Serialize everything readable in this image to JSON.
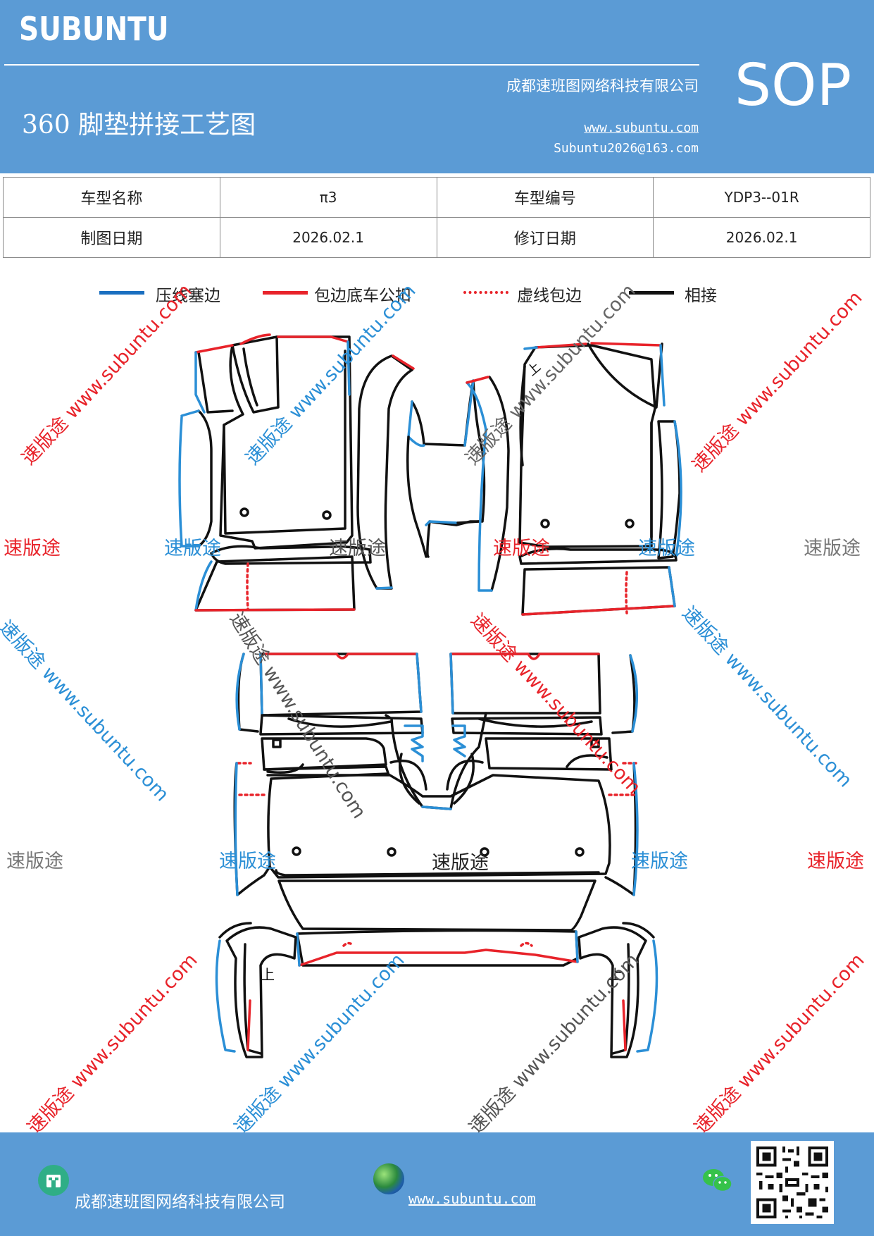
{
  "header": {
    "brand": "SUBUNTU",
    "title": "360 脚垫拼接工艺图",
    "company": "成都速班图网络科技有限公司",
    "url": "www.subuntu.com",
    "email": "Subuntu2026@163.com",
    "badge": "SOP"
  },
  "info": {
    "row1": {
      "label1": "车型名称",
      "value1": "π3",
      "label2": "车型编号",
      "value2": "YDP3--01R"
    },
    "row2": {
      "label1": "制图日期",
      "value1": "2026.02.1",
      "label2": "修订日期",
      "value2": "2026.02.1"
    }
  },
  "legend": [
    {
      "label": "压线塞边",
      "color": "#1a6fc0",
      "style": "solid"
    },
    {
      "label": "包边底车公扣",
      "color": "#e8232a",
      "style": "solid"
    },
    {
      "label": "虚线包边",
      "color": "#e8232a",
      "style": "dotted"
    },
    {
      "label": "相接",
      "color": "#111111",
      "style": "solid"
    }
  ],
  "diagram": {
    "mark_up": "上",
    "watermark_brand": "速版途",
    "watermark_url": "www.subuntu.com",
    "watermark_full": "速版途 www.subuntu.com",
    "colors": {
      "blue": "#2b8fd6",
      "red": "#e8232a",
      "black": "#111111",
      "gray": "#777777"
    }
  },
  "footer": {
    "company": "成都速班图网络科技有限公司",
    "url": "www.subuntu.com",
    "icons": [
      "home-icon",
      "globe-icon",
      "wechat-icon",
      "qr-code"
    ]
  }
}
